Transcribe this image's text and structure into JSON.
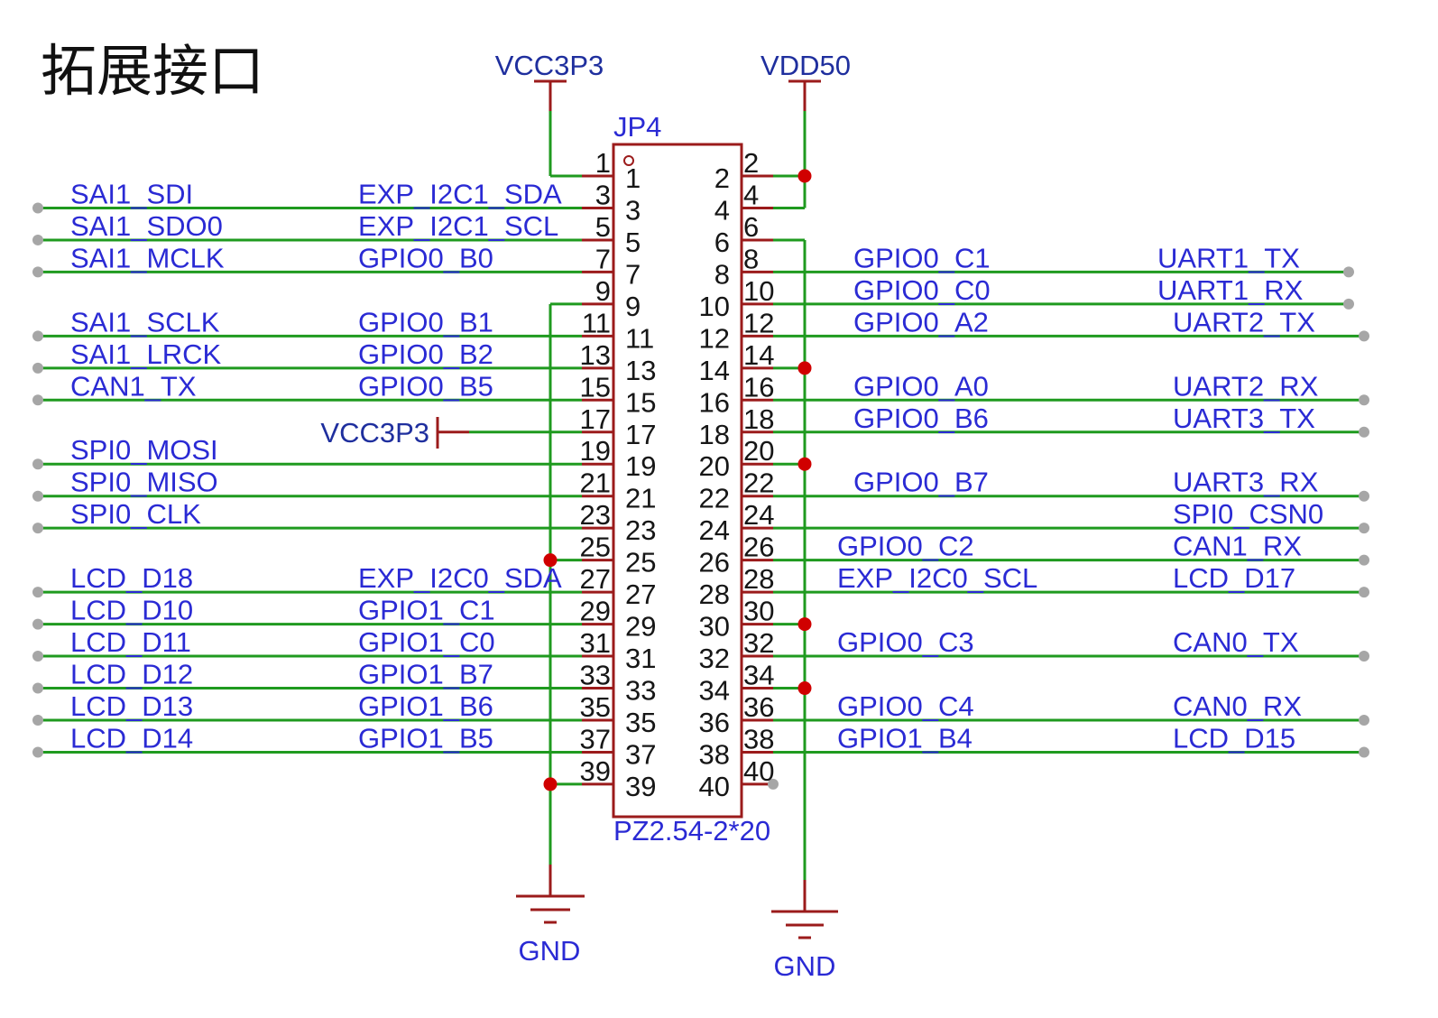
{
  "title": "拓展接口",
  "connector": {
    "ref": "JP4",
    "footprint": "PZ2.54-2*20"
  },
  "colors": {
    "wire": "#1f9a1f",
    "pin": "#9b1b1b",
    "label": "#2a2ad4",
    "power_label": "#1f2f9e",
    "pin_number": "#161616",
    "junction": "#d00000",
    "terminal": "#a6a6a6"
  },
  "power_nets": [
    {
      "name": "VCC3P3",
      "pins": [
        1
      ]
    },
    {
      "name": "VDD50",
      "pins": [
        2,
        4
      ]
    },
    {
      "name": "VCC3P3",
      "pins": [
        17
      ]
    },
    {
      "name": "GND",
      "pins": [
        9,
        25,
        39
      ]
    },
    {
      "name": "GND",
      "pins": [
        6,
        14,
        20,
        30,
        34
      ]
    }
  ],
  "left_pins": [
    {
      "pin": "1"
    },
    {
      "pin": "3",
      "signal": "SAI1_SDI",
      "alt": "EXP_I2C1_SDA"
    },
    {
      "pin": "5",
      "signal": "SAI1_SDO0",
      "alt": "EXP_I2C1_SCL"
    },
    {
      "pin": "7",
      "signal": "SAI1_MCLK",
      "alt": "GPIO0_B0"
    },
    {
      "pin": "9"
    },
    {
      "pin": "11",
      "signal": "SAI1_SCLK",
      "alt": "GPIO0_B1"
    },
    {
      "pin": "13",
      "signal": "SAI1_LRCK",
      "alt": "GPIO0_B2"
    },
    {
      "pin": "15",
      "signal": "CAN1_TX",
      "alt": "GPIO0_B5"
    },
    {
      "pin": "17"
    },
    {
      "pin": "19",
      "signal": "SPI0_MOSI"
    },
    {
      "pin": "21",
      "signal": "SPI0_MISO"
    },
    {
      "pin": "23",
      "signal": "SPI0_CLK"
    },
    {
      "pin": "25"
    },
    {
      "pin": "27",
      "signal": "LCD_D18",
      "alt": "EXP_I2C0_SDA"
    },
    {
      "pin": "29",
      "signal": "LCD_D10",
      "alt": "GPIO1_C1"
    },
    {
      "pin": "31",
      "signal": "LCD_D11",
      "alt": "GPIO1_C0"
    },
    {
      "pin": "33",
      "signal": "LCD_D12",
      "alt": "GPIO1_B7"
    },
    {
      "pin": "35",
      "signal": "LCD_D13",
      "alt": "GPIO1_B6"
    },
    {
      "pin": "37",
      "signal": "LCD_D14",
      "alt": "GPIO1_B5"
    },
    {
      "pin": "39"
    }
  ],
  "right_pins": [
    {
      "pin": "2"
    },
    {
      "pin": "4"
    },
    {
      "pin": "6"
    },
    {
      "pin": "8",
      "alt": "GPIO0_C1",
      "signal": "UART1_TX"
    },
    {
      "pin": "10",
      "alt": "GPIO0_C0",
      "signal": "UART1_RX"
    },
    {
      "pin": "12",
      "alt": "GPIO0_A2",
      "signal": "UART2_TX"
    },
    {
      "pin": "14"
    },
    {
      "pin": "16",
      "alt": "GPIO0_A0",
      "signal": "UART2_RX"
    },
    {
      "pin": "18",
      "alt": "GPIO0_B6",
      "signal": "UART3_TX"
    },
    {
      "pin": "20"
    },
    {
      "pin": "22",
      "alt": "GPIO0_B7",
      "signal": "UART3_RX"
    },
    {
      "pin": "24",
      "signal": "SPI0_CSN0"
    },
    {
      "pin": "26",
      "alt": "GPIO0_C2",
      "signal": "CAN1_RX"
    },
    {
      "pin": "28",
      "alt": "EXP_I2C0_SCL",
      "signal": "LCD_D17"
    },
    {
      "pin": "30"
    },
    {
      "pin": "32",
      "alt": "GPIO0_C3",
      "signal": "CAN0_TX"
    },
    {
      "pin": "34"
    },
    {
      "pin": "36",
      "alt": "GPIO0_C4",
      "signal": "CAN0_RX"
    },
    {
      "pin": "38",
      "alt": "GPIO1_B4",
      "signal": "LCD_D15"
    },
    {
      "pin": "40"
    }
  ]
}
